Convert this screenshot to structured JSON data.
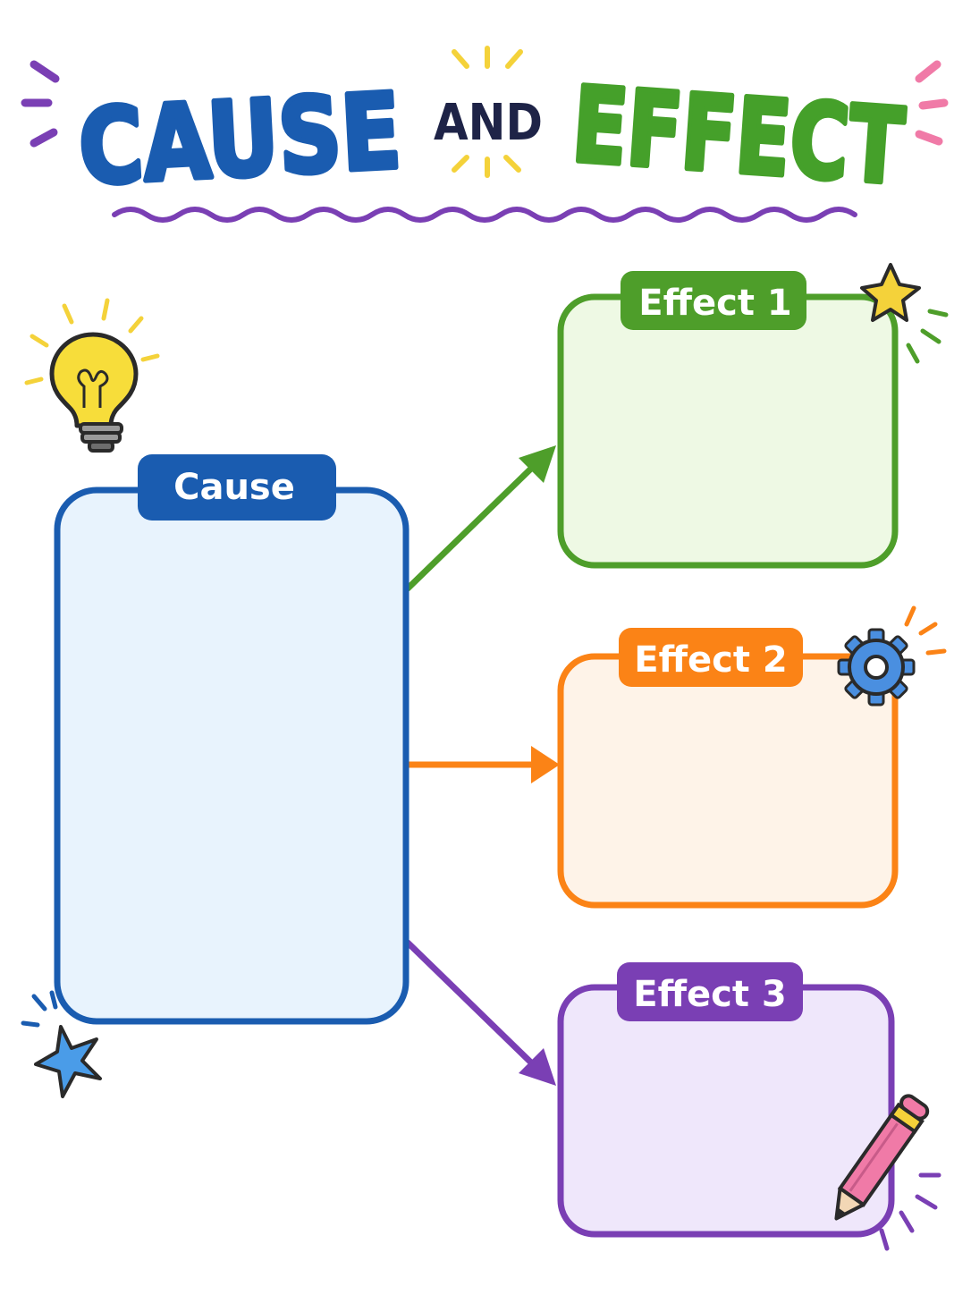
{
  "title": {
    "word1": "CAUSE",
    "word2": "AND",
    "word3": "EFFECT"
  },
  "cause": {
    "label": "Cause"
  },
  "effects": [
    {
      "label": "Effect 1"
    },
    {
      "label": "Effect 2"
    },
    {
      "label": "Effect 3"
    }
  ],
  "colors": {
    "cause": "#1a5cb0",
    "cause_fill": "#e8f3fd",
    "and": "#1e2347",
    "effect_title": "#45a02a",
    "effect1": "#4e9e2a",
    "effect1_fill": "#eef9e4",
    "effect2": "#fb8316",
    "effect2_fill": "#fef3e8",
    "effect3": "#7a3fb4",
    "effect3_fill": "#efe7fb",
    "wave": "#7a3fb4",
    "yellow": "#f4d23a",
    "pink": "#f07aa7",
    "blue_star": "#4a9ce8"
  },
  "icons": [
    "lightbulb-icon",
    "star-icon",
    "gear-icon",
    "pencil-icon",
    "star-icon"
  ]
}
